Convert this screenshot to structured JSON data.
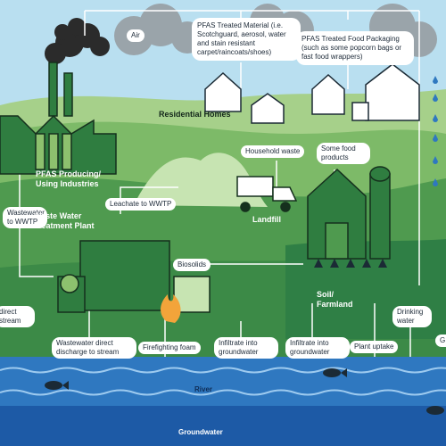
{
  "nodes": {
    "air": "Air",
    "pfas_material": "PFAS Treated Material (i.e. Scotchguard, aerosol, water and stain resistant carpet/raincoats/shoes)",
    "pfas_packaging": "PFAS Treated Food Packaging (such as some popcorn bags or fast food wrappers)",
    "residential_homes": "Residential Homes",
    "household_waste": "Household waste",
    "some_food_products": "Some food products",
    "industries": "PFAS Producing/ Using Industries",
    "wastewater_to_wwtp": "Wastewater to WWTP",
    "leachate": "Leachate to WWTP",
    "landfill": "Landfill",
    "wwtp": "Waste Water Treatment Plant",
    "biosolids": "Biosolids",
    "soil_farmland": "Soil/ Farmland",
    "direct_stream_partial": "direct stream",
    "drinking_water": "Drinking water",
    "right_edge_partial": "G &",
    "wastewater_direct": "Wastewater direct discharge to stream",
    "firefighting_foam": "Firefighting foam",
    "infiltrate_1": "Infiltrate into groundwater",
    "infiltrate_2": "Infiltrate into groundwater",
    "plant_uptake": "Plant uptake",
    "river": "River",
    "groundwater": "Groundwater"
  },
  "colors": {
    "sky": "#b9dff0",
    "hill_light": "#8dc16e",
    "hill_mid": "#4f9a4f",
    "field_dark": "#2f7f45",
    "river": "#2f78c0",
    "groundwater": "#1d5aa6",
    "smoke": "#2b2b2b",
    "rain": "#2f78c0",
    "connector": "#ffffff"
  },
  "icons": [
    "factory-icon",
    "smoke-cloud-icon",
    "house-icon",
    "garbage-truck-icon",
    "barn-icon",
    "silo-icon",
    "treatment-plant-icon",
    "fire-icon",
    "fish-icon",
    "rain-icon",
    "crop-icon"
  ]
}
